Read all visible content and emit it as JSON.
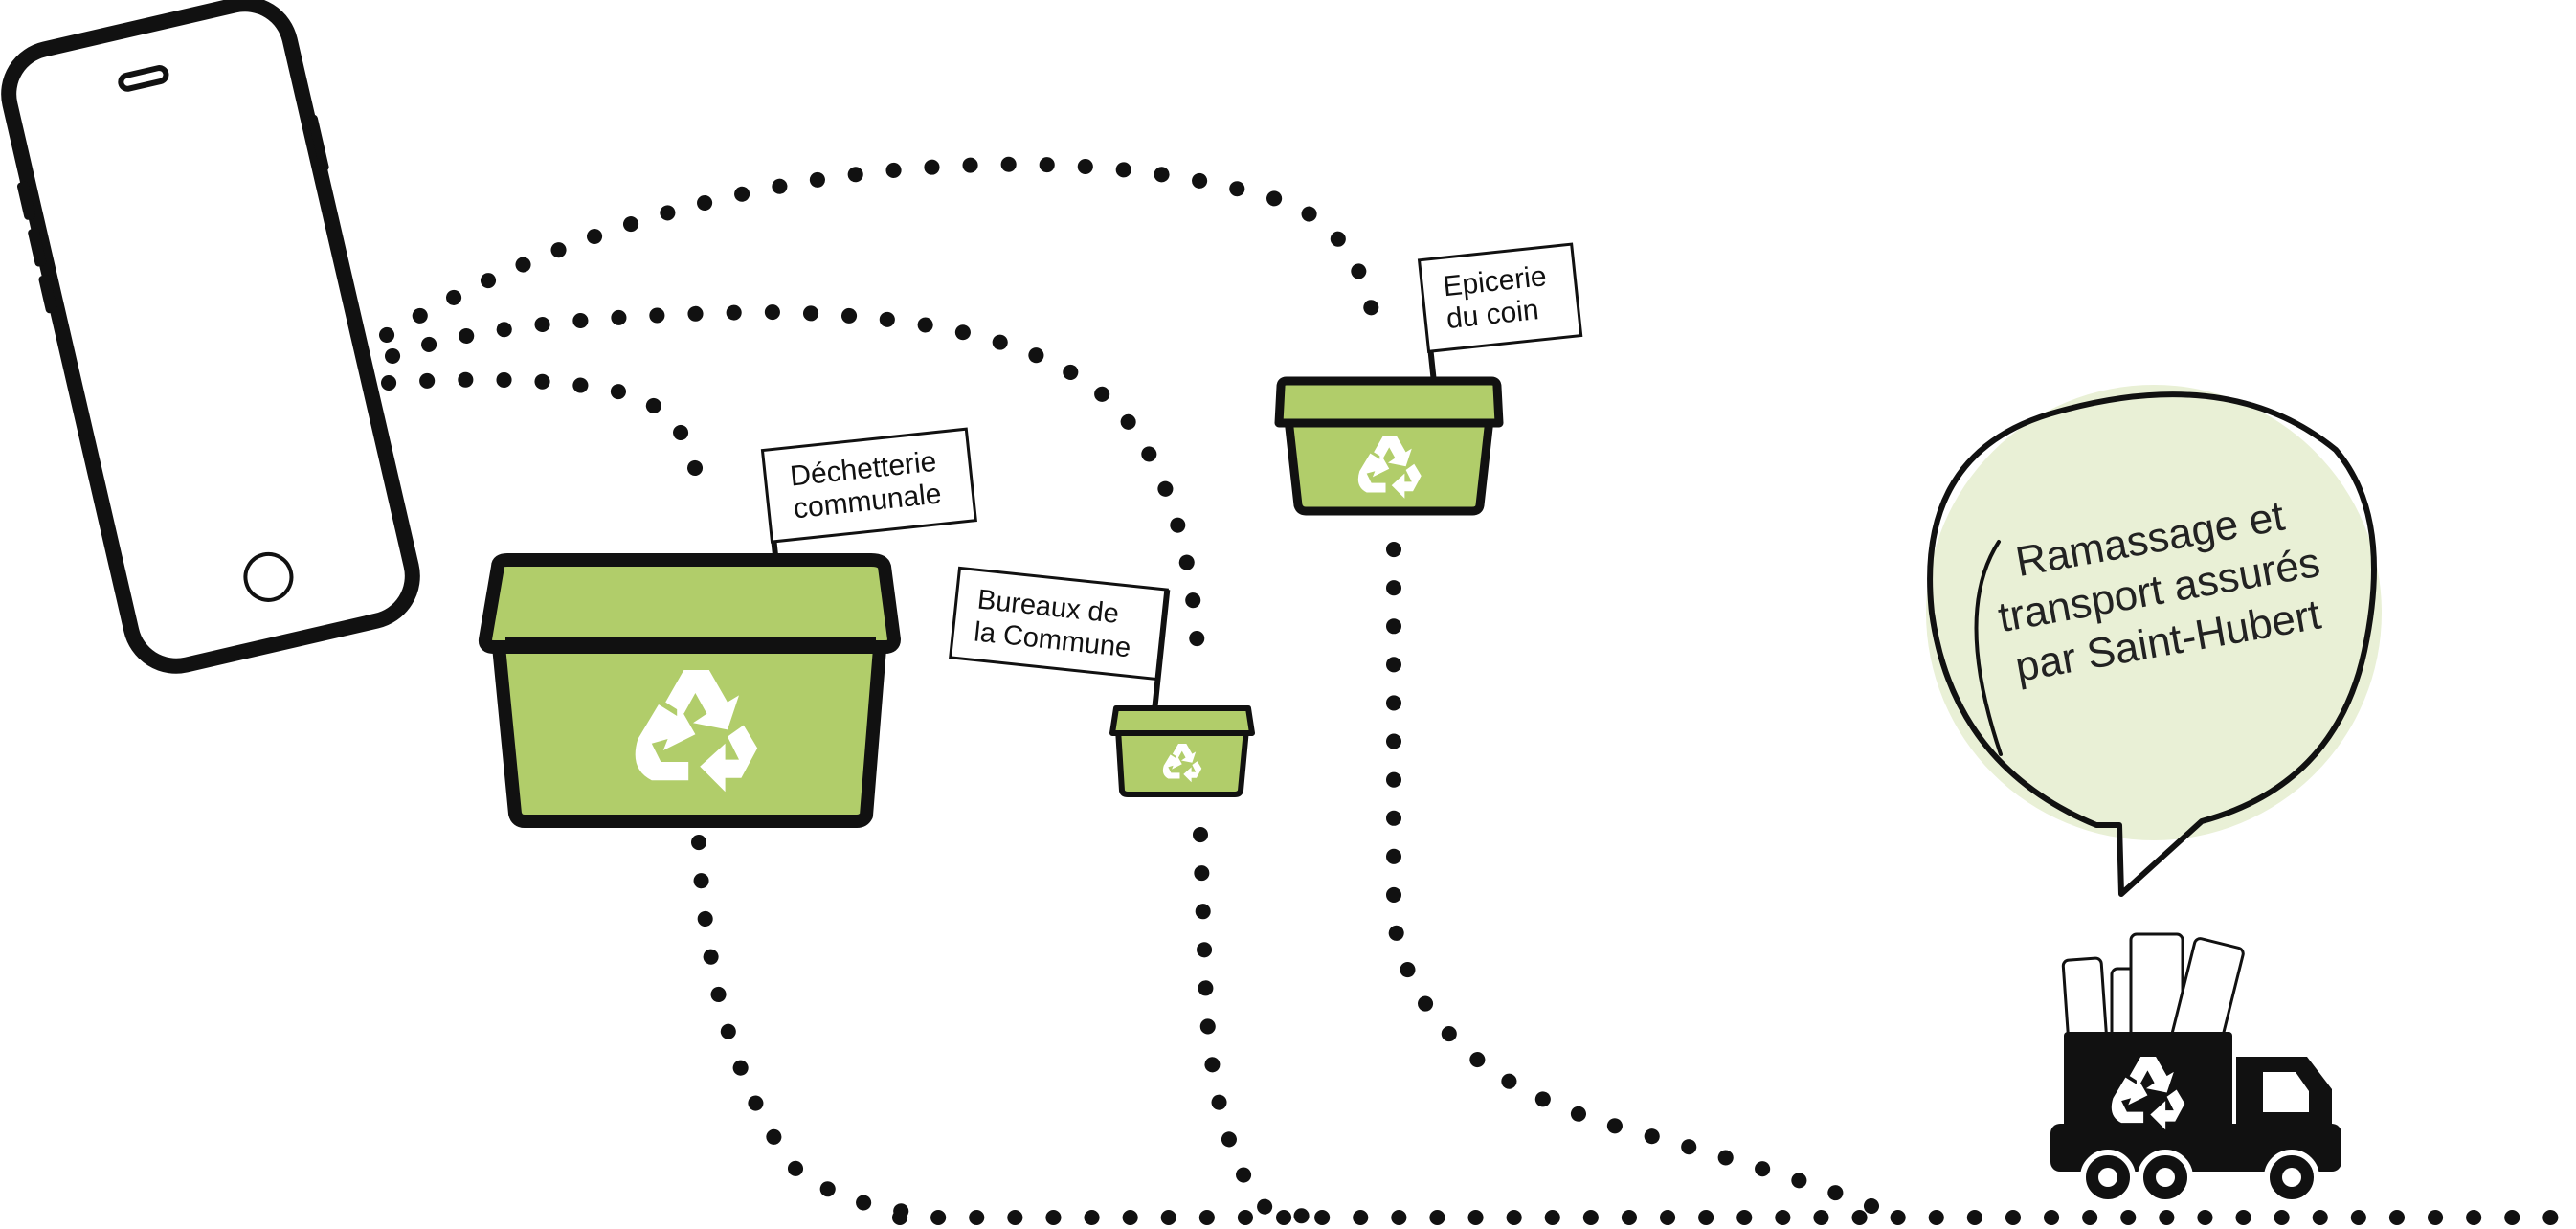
{
  "colors": {
    "bin_green": "#b1cd6a",
    "bubble_fill": "#e9f0d6",
    "ink": "#111111",
    "background": "#ffffff"
  },
  "icons": {
    "phone": "smartphone-icon",
    "bin": "recycling-bin-icon",
    "recycle": "recycle-icon",
    "truck": "recycling-truck-icon"
  },
  "collection_points": [
    {
      "id": "dechetterie",
      "label_lines": [
        "Déchetterie",
        "communale"
      ]
    },
    {
      "id": "bureaux",
      "label_lines": [
        "Bureaux de",
        "la Commune"
      ]
    },
    {
      "id": "epicerie",
      "label_lines": [
        "Epicerie",
        "du coin"
      ]
    }
  ],
  "speech_bubble": {
    "lines": [
      "Ramassage et",
      "transport assurés",
      "par Saint-Hubert"
    ]
  }
}
